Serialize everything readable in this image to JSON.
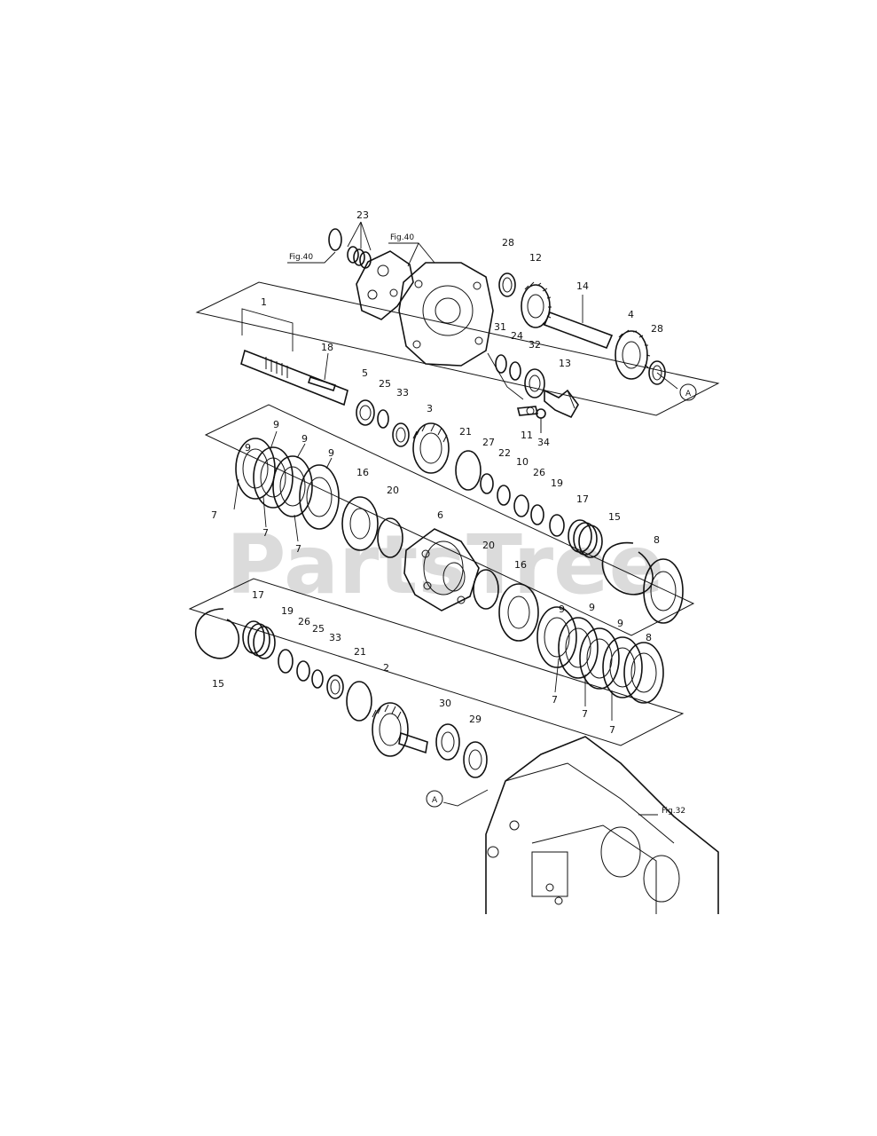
{
  "watermark": "PartsTree",
  "figure_refs": {
    "fig40_left": "Fig.40",
    "fig40_top": "Fig.40",
    "fig32": "Fig.32"
  },
  "reference_marks": {
    "a_right": "A",
    "a_bottom": "A"
  },
  "callouts": {
    "c23": "23",
    "c28a": "28",
    "c12": "12",
    "c14": "14",
    "c1": "1",
    "c18": "18",
    "c31": "31",
    "c24": "24",
    "c32": "32",
    "c4": "4",
    "c28b": "28",
    "c13": "13",
    "c5": "5",
    "c25a": "25",
    "c33a": "33",
    "c3": "3",
    "c11": "11",
    "c34": "34",
    "c21a": "21",
    "c27": "27",
    "c22": "22",
    "c10": "10",
    "c26a": "26",
    "c19a": "19",
    "c17a": "17",
    "c15a": "15",
    "c8a": "8",
    "c9a": "9",
    "c9b": "9",
    "c9c": "9",
    "c9d": "9",
    "c16a": "16",
    "c20a": "20",
    "c7a": "7",
    "c7b": "7",
    "c7c": "7",
    "c6": "6",
    "c20b": "20",
    "c16b": "16",
    "c9e": "9",
    "c9f": "9",
    "c9g": "9",
    "c8b": "8",
    "c17b": "17",
    "c19b": "19",
    "c26b": "26",
    "c25b": "25",
    "c33b": "33",
    "c21b": "21",
    "c2": "2",
    "c30": "30",
    "c29": "29",
    "c15b": "15",
    "c7d": "7",
    "c7e": "7",
    "c7f": "7"
  }
}
